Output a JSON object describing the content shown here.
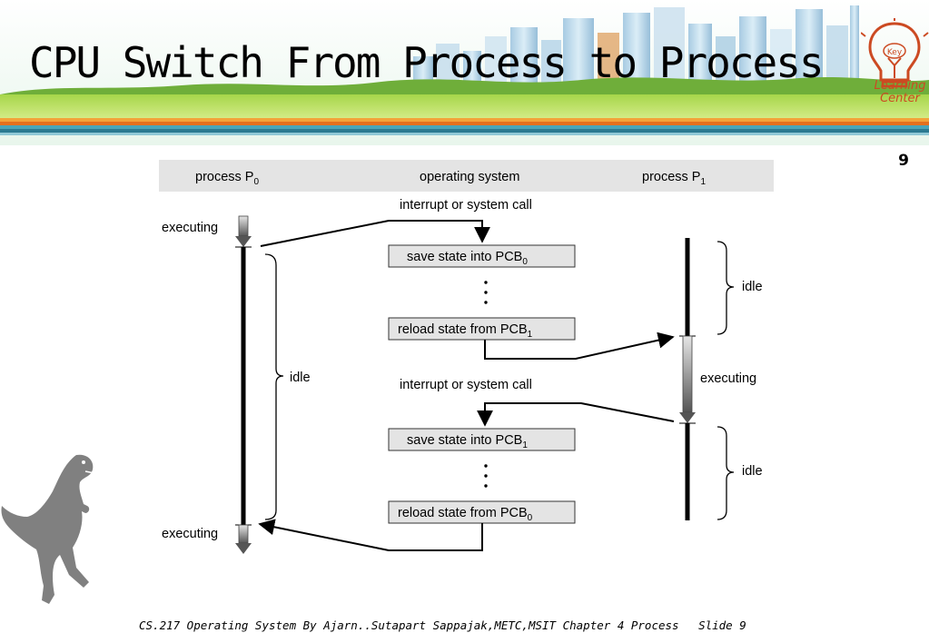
{
  "title": "CPU Switch From Process to Process",
  "logo": {
    "line1": "Learning",
    "line2": "Center",
    "bulb_text": "Key"
  },
  "slide_number": "9",
  "diagram": {
    "header": {
      "p0": {
        "text": "process P",
        "sub": "0"
      },
      "os": "operating system",
      "p1": {
        "text": "process P",
        "sub": "1"
      }
    },
    "interrupt_1": "interrupt or system call",
    "interrupt_2": "interrupt or system call",
    "boxes": [
      {
        "text": "save state into PCB",
        "sub": "0"
      },
      {
        "text": "reload state from PCB",
        "sub": "1"
      },
      {
        "text": "save state into PCB",
        "sub": "1"
      },
      {
        "text": "reload state from PCB",
        "sub": "0"
      }
    ],
    "p0_labels": {
      "executing_top": "executing",
      "idle": "idle",
      "executing_bottom": "executing"
    },
    "p1_labels": {
      "idle_top": "idle",
      "executing": "executing",
      "idle_bottom": "idle"
    }
  },
  "footer": {
    "course": "CS.217 Operating System By  Ajarn..Sutapart Sappajak,METC,MSIT",
    "chapter": "Chapter 4 Process",
    "slide": "Slide  9"
  }
}
